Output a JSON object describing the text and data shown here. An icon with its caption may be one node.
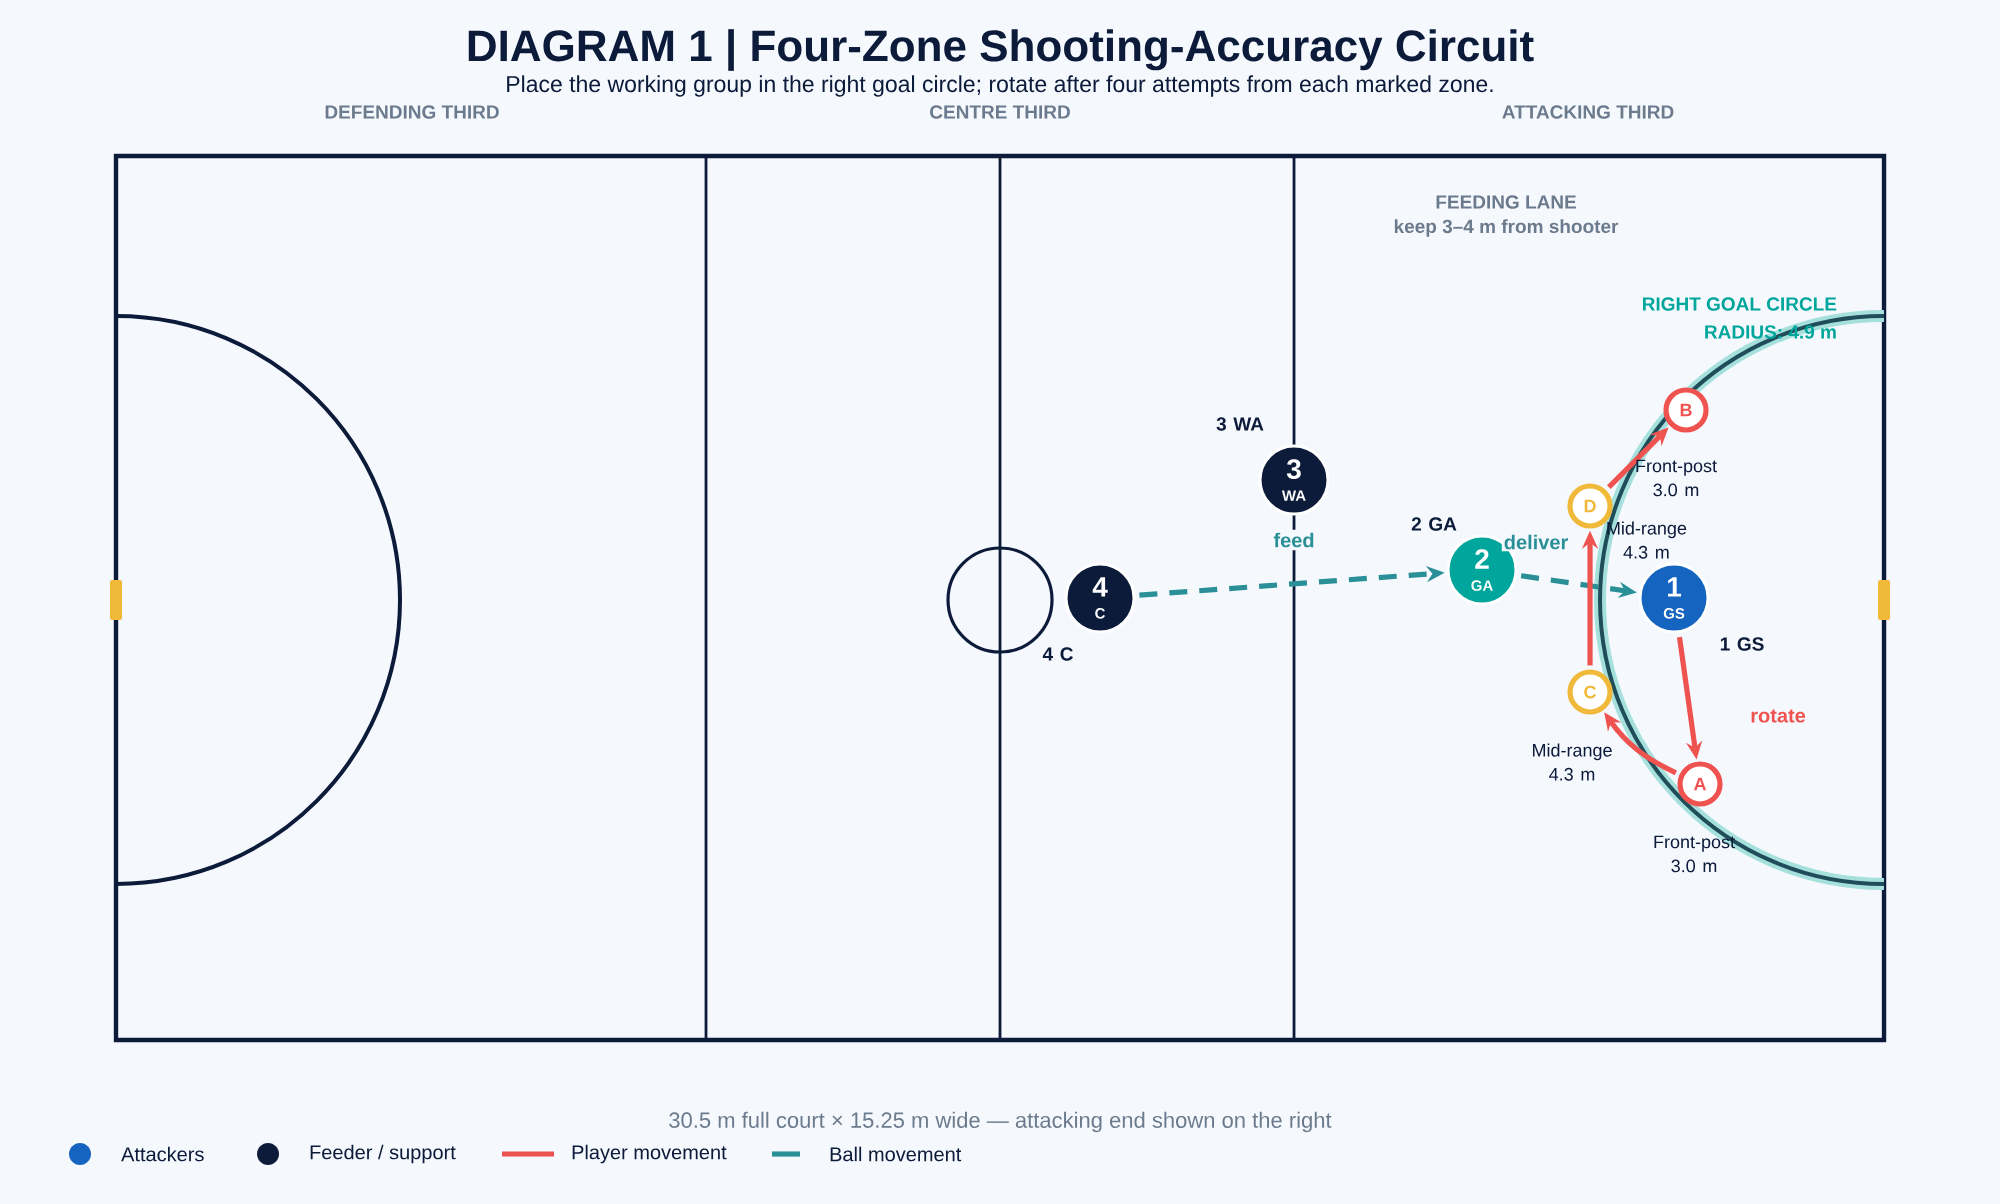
{
  "diagram": {
    "title": "DIAGRAM 1  |  Four-Zone Shooting-Accuracy Circuit",
    "caption": "30.5 m full court × 15.25 m wide — attacking end shown on the right",
    "nodes": [
      {
        "text": [
          "3",
          "WA"
        ],
        "beside": [
          "3 WA",
          "feed"
        ]
      },
      {
        "text": [
          "B"
        ],
        "beside": [
          "Front-post 3.0 m"
        ]
      },
      {
        "text": [
          "D"
        ]
      },
      {
        "text": [
          "2",
          "GA"
        ],
        "beside": [
          "2 GA"
        ]
      },
      {
        "text": [
          "4",
          "C"
        ],
        "beside": [
          "4 C"
        ]
      },
      {
        "text": [
          "1",
          "GS"
        ],
        "beside": [
          "1 GS"
        ]
      },
      {
        "text": [
          "C"
        ],
        "beside": [
          "Mid-range 4.3 m"
        ]
      },
      {
        "text": [
          "A"
        ],
        "beside": [
          "Front-post 3.0 m"
        ]
      }
    ],
    "edges": [
      {
        "from": 4,
        "to": 3,
        "arrow": "to",
        "style": "dashed",
        "color": "#2a8f96"
      },
      {
        "from": 3,
        "to": 5,
        "arrow": "to",
        "label": "deliver",
        "style": "dashed",
        "color": "#2a8f96"
      },
      {
        "from": 5,
        "to": 7,
        "arrow": "to"
      },
      {
        "from": 7,
        "to": 6,
        "arrow": "to"
      },
      {
        "from": 6,
        "to": 2,
        "arrow": "to"
      },
      {
        "from": 2,
        "to": 1,
        "arrow": "to"
      }
    ],
    "labels": [
      "Place the working group in the right goal circle; rotate after four attempts from each marked zone.",
      "DEFENDING THIRD",
      "CENTRE THIRD",
      "ATTACKING THIRD",
      "FEEDING LANE",
      "keep 3–4 m from shooter",
      "RIGHT GOAL CIRCLE",
      "RADIUS: 4.9 m",
      "Mid-range 4.3 m",
      "rotate"
    ],
    "legend": [
      {
        "text": "Attackers",
        "color": "#1565c0"
      },
      {
        "text": "Feeder / support",
        "color": "#0d1b3a"
      },
      {
        "text": "Player movement"
      },
      {
        "text": "Ball movement"
      }
    ]
  }
}
